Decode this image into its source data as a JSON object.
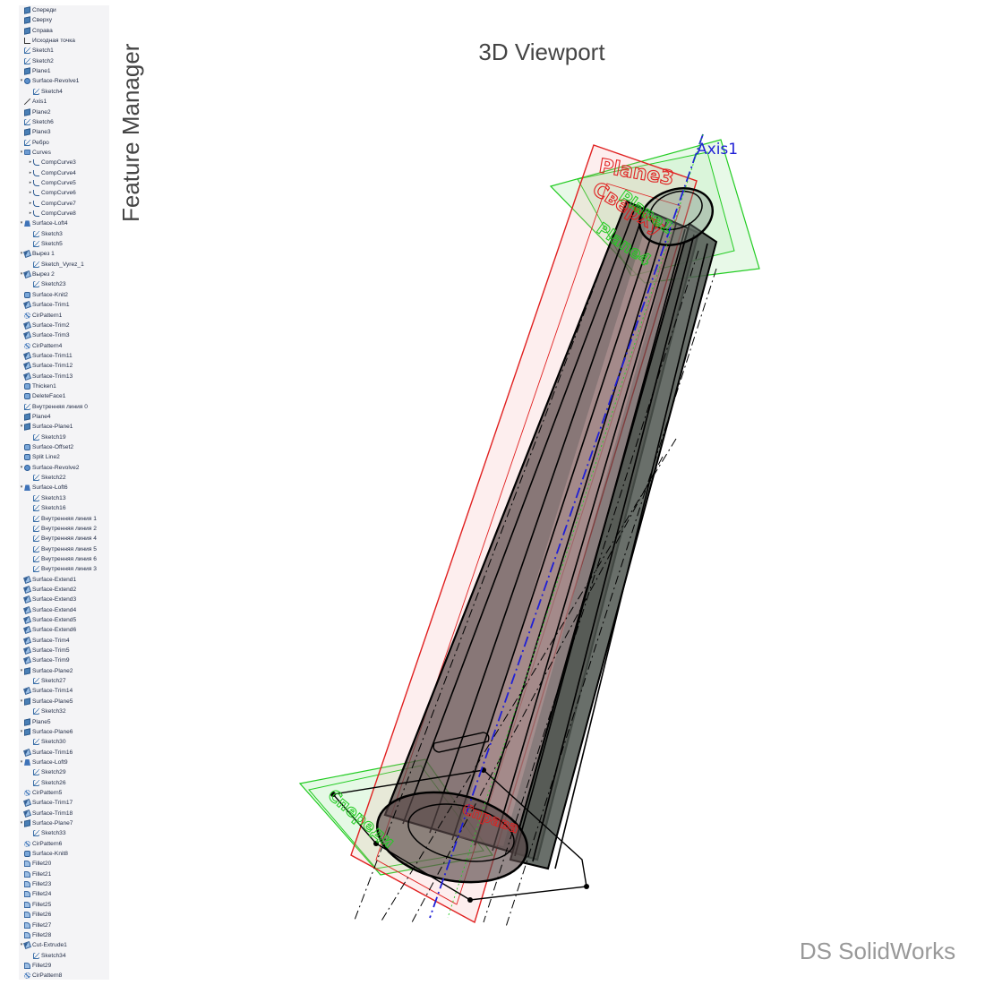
{
  "labels": {
    "feature_manager": "Feature Manager",
    "viewport": "3D Viewport",
    "brand": "DS SolidWorks"
  },
  "viewport": {
    "plane_labels": [
      "Plane3",
      "Сверху",
      "Plane1",
      "Plane4",
      "Спереди",
      "Справа"
    ],
    "axis_label": "Axis1",
    "colors": {
      "plane_red": "#e02020",
      "plane_green": "#22cc22",
      "axis_blue": "#1f1fd6",
      "body": "#5a4a4a",
      "edge": "#000000"
    }
  },
  "tree": [
    {
      "label": "Спереди",
      "icon": "plane",
      "level": 0,
      "expand": ""
    },
    {
      "label": "Сверху",
      "icon": "plane",
      "level": 0,
      "expand": ""
    },
    {
      "label": "Справа",
      "icon": "plane",
      "level": 0,
      "expand": ""
    },
    {
      "label": "Исходная точка",
      "icon": "origin",
      "level": 0,
      "expand": ""
    },
    {
      "label": "Sketch1",
      "icon": "sketch",
      "level": 0,
      "expand": ""
    },
    {
      "label": "Sketch2",
      "icon": "sketch",
      "level": 0,
      "expand": ""
    },
    {
      "label": "Plane1",
      "icon": "plane",
      "level": 0,
      "expand": ""
    },
    {
      "label": "Surface-Revolve1",
      "icon": "revolve",
      "level": 0,
      "expand": "open"
    },
    {
      "label": "Sketch4",
      "icon": "sketch",
      "level": 1,
      "expand": ""
    },
    {
      "label": "Axis1",
      "icon": "axis",
      "level": 0,
      "expand": ""
    },
    {
      "label": "Plane2",
      "icon": "plane",
      "level": 0,
      "expand": ""
    },
    {
      "label": "Sketch6",
      "icon": "sketch",
      "level": 0,
      "expand": ""
    },
    {
      "label": "Plane3",
      "icon": "plane",
      "level": 0,
      "expand": ""
    },
    {
      "label": "Ребро",
      "icon": "sketch",
      "level": 0,
      "expand": ""
    },
    {
      "label": "Curves",
      "icon": "folder",
      "level": 0,
      "expand": "open"
    },
    {
      "label": "CompCurve3",
      "icon": "curve",
      "level": 1,
      "expand": "closed"
    },
    {
      "label": "CompCurve4",
      "icon": "curve",
      "level": 1,
      "expand": "closed"
    },
    {
      "label": "CompCurve5",
      "icon": "curve",
      "level": 1,
      "expand": "closed"
    },
    {
      "label": "CompCurve6",
      "icon": "curve",
      "level": 1,
      "expand": "closed"
    },
    {
      "label": "CompCurve7",
      "icon": "curve",
      "level": 1,
      "expand": "closed"
    },
    {
      "label": "CompCurve8",
      "icon": "curve",
      "level": 1,
      "expand": "closed"
    },
    {
      "label": "Surface-Loft4",
      "icon": "loft",
      "level": 0,
      "expand": "open"
    },
    {
      "label": "Sketch3",
      "icon": "sketch",
      "level": 1,
      "expand": ""
    },
    {
      "label": "Sketch5",
      "icon": "sketch",
      "level": 1,
      "expand": ""
    },
    {
      "label": "Вырез 1",
      "icon": "trim",
      "level": 0,
      "expand": "open"
    },
    {
      "label": "Sketch_Vyrez_1",
      "icon": "sketch",
      "level": 1,
      "expand": ""
    },
    {
      "label": "Вырез 2",
      "icon": "trim",
      "level": 0,
      "expand": "open"
    },
    {
      "label": "Sketch23",
      "icon": "sketch",
      "level": 1,
      "expand": ""
    },
    {
      "label": "Surface-Knit2",
      "icon": "feature",
      "level": 0,
      "expand": ""
    },
    {
      "label": "Surface-Trim1",
      "icon": "trim",
      "level": 0,
      "expand": ""
    },
    {
      "label": "CirPattern1",
      "icon": "pattern",
      "level": 0,
      "expand": ""
    },
    {
      "label": "Surface-Trim2",
      "icon": "trim",
      "level": 0,
      "expand": ""
    },
    {
      "label": "Surface-Trim3",
      "icon": "trim",
      "level": 0,
      "expand": ""
    },
    {
      "label": "CirPattern4",
      "icon": "pattern",
      "level": 0,
      "expand": ""
    },
    {
      "label": "Surface-Trim11",
      "icon": "trim",
      "level": 0,
      "expand": ""
    },
    {
      "label": "Surface-Trim12",
      "icon": "trim",
      "level": 0,
      "expand": ""
    },
    {
      "label": "Surface-Trim13",
      "icon": "trim",
      "level": 0,
      "expand": ""
    },
    {
      "label": "Thicken1",
      "icon": "feature",
      "level": 0,
      "expand": ""
    },
    {
      "label": "DeleteFace1",
      "icon": "feature",
      "level": 0,
      "expand": ""
    },
    {
      "label": "Внутренняя линия 0",
      "icon": "sketch",
      "level": 0,
      "expand": ""
    },
    {
      "label": "Plane4",
      "icon": "plane",
      "level": 0,
      "expand": ""
    },
    {
      "label": "Surface-Plane1",
      "icon": "plane",
      "level": 0,
      "expand": "open"
    },
    {
      "label": "Sketch19",
      "icon": "sketch",
      "level": 1,
      "expand": ""
    },
    {
      "label": "Surface-Offset2",
      "icon": "feature",
      "level": 0,
      "expand": ""
    },
    {
      "label": "Split Line2",
      "icon": "feature",
      "level": 0,
      "expand": ""
    },
    {
      "label": "Surface-Revolve2",
      "icon": "revolve",
      "level": 0,
      "expand": "open"
    },
    {
      "label": "Sketch22",
      "icon": "sketch",
      "level": 1,
      "expand": ""
    },
    {
      "label": "Surface-Loft6",
      "icon": "loft",
      "level": 0,
      "expand": "open"
    },
    {
      "label": "Sketch13",
      "icon": "sketch",
      "level": 1,
      "expand": ""
    },
    {
      "label": "Sketch16",
      "icon": "sketch",
      "level": 1,
      "expand": ""
    },
    {
      "label": "Внутренняя линия 1",
      "icon": "sketch",
      "level": 1,
      "expand": ""
    },
    {
      "label": "Внутренняя линия 2",
      "icon": "sketch",
      "level": 1,
      "expand": ""
    },
    {
      "label": "Внутренняя линия 4",
      "icon": "sketch",
      "level": 1,
      "expand": ""
    },
    {
      "label": "Внутренняя линия 5",
      "icon": "sketch",
      "level": 1,
      "expand": ""
    },
    {
      "label": "Внутренняя линия 6",
      "icon": "sketch",
      "level": 1,
      "expand": ""
    },
    {
      "label": "Внутренняя линия 3",
      "icon": "sketch",
      "level": 1,
      "expand": ""
    },
    {
      "label": "Surface-Extend1",
      "icon": "trim",
      "level": 0,
      "expand": ""
    },
    {
      "label": "Surface-Extend2",
      "icon": "trim",
      "level": 0,
      "expand": ""
    },
    {
      "label": "Surface-Extend3",
      "icon": "trim",
      "level": 0,
      "expand": ""
    },
    {
      "label": "Surface-Extend4",
      "icon": "trim",
      "level": 0,
      "expand": ""
    },
    {
      "label": "Surface-Extend5",
      "icon": "trim",
      "level": 0,
      "expand": ""
    },
    {
      "label": "Surface-Extend6",
      "icon": "trim",
      "level": 0,
      "expand": ""
    },
    {
      "label": "Surface-Trim4",
      "icon": "trim",
      "level": 0,
      "expand": ""
    },
    {
      "label": "Surface-Trim5",
      "icon": "trim",
      "level": 0,
      "expand": ""
    },
    {
      "label": "Surface-Trim9",
      "icon": "trim",
      "level": 0,
      "expand": ""
    },
    {
      "label": "Surface-Plane2",
      "icon": "plane",
      "level": 0,
      "expand": "open"
    },
    {
      "label": "Sketch27",
      "icon": "sketch",
      "level": 1,
      "expand": ""
    },
    {
      "label": "Surface-Trim14",
      "icon": "trim",
      "level": 0,
      "expand": ""
    },
    {
      "label": "Surface-Plane5",
      "icon": "plane",
      "level": 0,
      "expand": "open"
    },
    {
      "label": "Sketch32",
      "icon": "sketch",
      "level": 1,
      "expand": ""
    },
    {
      "label": "Plane5",
      "icon": "plane",
      "level": 0,
      "expand": ""
    },
    {
      "label": "Surface-Plane6",
      "icon": "plane",
      "level": 0,
      "expand": "open"
    },
    {
      "label": "Sketch30",
      "icon": "sketch",
      "level": 1,
      "expand": ""
    },
    {
      "label": "Surface-Trim16",
      "icon": "trim",
      "level": 0,
      "expand": ""
    },
    {
      "label": "Surface-Loft9",
      "icon": "loft",
      "level": 0,
      "expand": "open"
    },
    {
      "label": "Sketch29",
      "icon": "sketch",
      "level": 1,
      "expand": ""
    },
    {
      "label": "Sketch26",
      "icon": "sketch",
      "level": 1,
      "expand": ""
    },
    {
      "label": "CirPattern5",
      "icon": "pattern",
      "level": 0,
      "expand": ""
    },
    {
      "label": "Surface-Trim17",
      "icon": "trim",
      "level": 0,
      "expand": ""
    },
    {
      "label": "Surface-Trim18",
      "icon": "trim",
      "level": 0,
      "expand": ""
    },
    {
      "label": "Surface-Plane7",
      "icon": "plane",
      "level": 0,
      "expand": "open"
    },
    {
      "label": "Sketch33",
      "icon": "sketch",
      "level": 1,
      "expand": ""
    },
    {
      "label": "CirPattern6",
      "icon": "pattern",
      "level": 0,
      "expand": ""
    },
    {
      "label": "Surface-Knit8",
      "icon": "feature",
      "level": 0,
      "expand": ""
    },
    {
      "label": "Fillet20",
      "icon": "fillet",
      "level": 0,
      "expand": ""
    },
    {
      "label": "Fillet21",
      "icon": "fillet",
      "level": 0,
      "expand": ""
    },
    {
      "label": "Fillet23",
      "icon": "fillet",
      "level": 0,
      "expand": ""
    },
    {
      "label": "Fillet24",
      "icon": "fillet",
      "level": 0,
      "expand": ""
    },
    {
      "label": "Fillet25",
      "icon": "fillet",
      "level": 0,
      "expand": ""
    },
    {
      "label": "Fillet26",
      "icon": "fillet",
      "level": 0,
      "expand": ""
    },
    {
      "label": "Fillet27",
      "icon": "fillet",
      "level": 0,
      "expand": ""
    },
    {
      "label": "Fillet28",
      "icon": "fillet",
      "level": 0,
      "expand": ""
    },
    {
      "label": "Cut-Extrude1",
      "icon": "trim",
      "level": 0,
      "expand": "open"
    },
    {
      "label": "Sketch34",
      "icon": "sketch",
      "level": 1,
      "expand": ""
    },
    {
      "label": "Fillet29",
      "icon": "fillet",
      "level": 0,
      "expand": ""
    },
    {
      "label": "CirPattern8",
      "icon": "pattern",
      "level": 0,
      "expand": ""
    }
  ]
}
